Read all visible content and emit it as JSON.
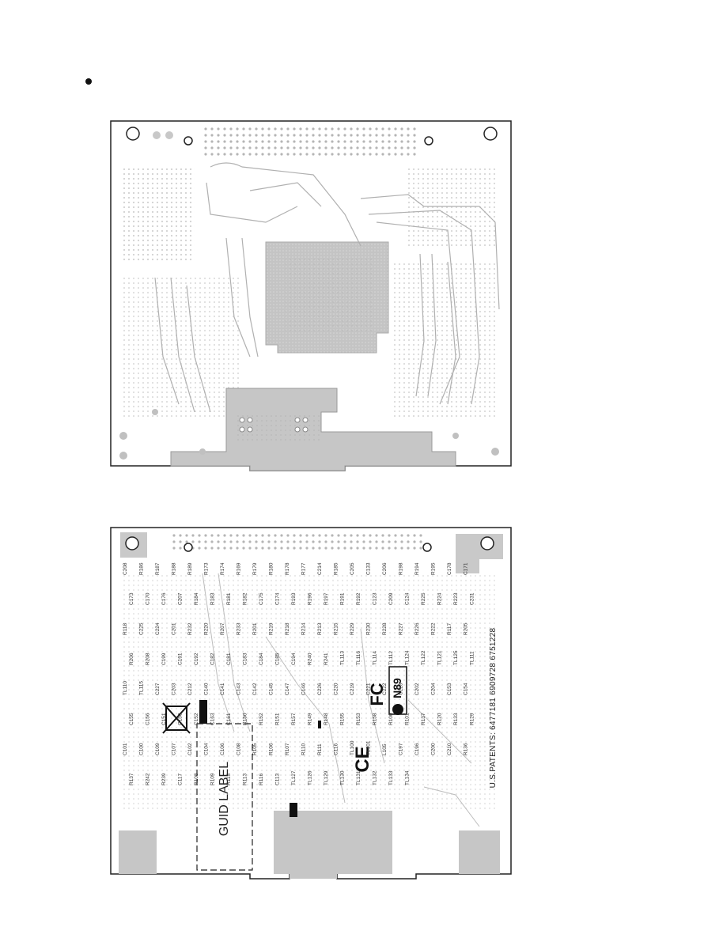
{
  "top_board": {
    "description_visible": false
  },
  "bottom_board": {
    "guid_label": "GUID LABEL",
    "patents": "U.S.PATENTS: 6477181 6909728 6751228",
    "compliance": {
      "fcc": "FC",
      "ce": "CE",
      "ctick": "N89"
    },
    "component_labels": [
      "C208",
      "R186",
      "R187",
      "R188",
      "R189",
      "R173",
      "R174",
      "R169",
      "R179",
      "R180",
      "R178",
      "R177",
      "C214",
      "R185",
      "C205",
      "C133",
      "C206",
      "R198",
      "R194",
      "R195",
      "C178",
      "C171",
      "C173",
      "C170",
      "C176",
      "C207",
      "R184",
      "R183",
      "R181",
      "R182",
      "C175",
      "C174",
      "R193",
      "R196",
      "R197",
      "R191",
      "R192",
      "C123",
      "C209",
      "C124",
      "R225",
      "R224",
      "R223",
      "C231",
      "R118",
      "C225",
      "C224",
      "C201",
      "R232",
      "R220",
      "R207",
      "R233",
      "R201",
      "R219",
      "R218",
      "R214",
      "R213",
      "R215",
      "R229",
      "R230",
      "R228",
      "R227",
      "R226",
      "R222",
      "R117",
      "R205",
      "R206",
      "R208",
      "C199",
      "C191",
      "C192",
      "C182",
      "C181",
      "C183",
      "C184",
      "C185",
      "C194",
      "R240",
      "R241",
      "TL113",
      "TL116",
      "TL114",
      "TL112",
      "TL124",
      "TL122",
      "TL121",
      "TL125",
      "TL111",
      "TL110",
      "TL115",
      "C227",
      "C203",
      "C212",
      "C140",
      "C141",
      "C143",
      "C142",
      "C145",
      "C147",
      "C146",
      "C226",
      "C220",
      "C219",
      "C221",
      "C222",
      "C223",
      "C202",
      "C204",
      "C153",
      "C154",
      "C155",
      "C156",
      "C151",
      "C150",
      "C152",
      "C163",
      "C161",
      "R150",
      "R152",
      "R151",
      "R157",
      "R149",
      "R148",
      "R155",
      "R153",
      "R158",
      "R100",
      "R101",
      "R137",
      "R120",
      "R133",
      "R129",
      "C101",
      "C100",
      "C109",
      "C107",
      "C102",
      "C104",
      "C106",
      "C108",
      "R105",
      "R106",
      "R107",
      "R110",
      "R111",
      "C116",
      "TL100",
      "TL101",
      "L105",
      "C197",
      "C196",
      "C200",
      "C210",
      "R136",
      "R137",
      "R242",
      "R239",
      "C117",
      "R108",
      "R109",
      "R115",
      "R113",
      "R116",
      "C113",
      "TL127",
      "TL126",
      "TL129",
      "TL130",
      "TL131",
      "TL132",
      "TL133",
      "TL134"
    ]
  }
}
